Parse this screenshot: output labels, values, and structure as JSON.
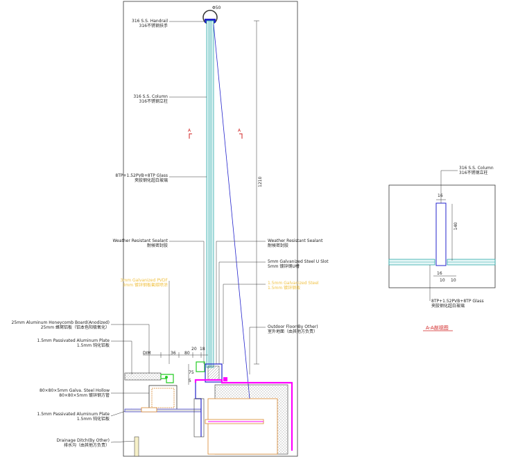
{
  "labels": {
    "handrail_en": "316 S.S. Handrail",
    "handrail_cn": "316不锈钢扶手",
    "column_en": "316 S.S. Column",
    "column_cn": "316不锈钢立柱",
    "glass_en": "8TP+1.52PVB+8TP Glass",
    "glass_cn": "夹胶钢化超白玻璃",
    "sealant_left_en": "Weather Resistant Sealant",
    "sealant_left_cn": "耐候密封胶",
    "sealant_right_en": "Weather Resistant Sealant",
    "sealant_right_cn": "耐候密封胶",
    "uslot_en": "5mm Galvanized Steel U Slot",
    "uslot_cn": "5mm 镀锌钢U槽",
    "pvdf_en": "3mm Galvanized PVDF",
    "pvdf_cn": "3mm 镀锌钢板氟碳喷涂",
    "plate_right_en": "1.5mm Galvanized Steel",
    "plate_right_cn": "1.5mm 镀锌钢板",
    "outdoor_en": "Outdoor Floor(By Other)",
    "outdoor_cn": "室外地面（由其他方负责）",
    "honeycomb_en": "25mm Aluminum Honeycomb Board(Anodized)",
    "honeycomb_cn": "25mm 蜂窝铝板（铝本色阳极氧化）",
    "passivated1_en": "1.5mm Passivated Aluminum Plate",
    "passivated1_cn": "1.5mm 钝化铝板",
    "hollow_en": "80×80×5mm Galva. Steel Hollow",
    "hollow_cn": "80×80×5mm 镀锌钢方管",
    "passivated2_en": "1.5mm Passivated Aluminum Plate",
    "passivated2_cn": "1.5mm 钝化铝板",
    "drainage_en": "Drainage Ditch(By Other)",
    "drainage_cn": "排水沟（由其他方负责）",
    "section_a_left": "A",
    "section_a_right": "A",
    "section_title": "A-A剖视图",
    "aa_column_en": "316 S.S. Column",
    "aa_column_cn": "316不锈钢立柱",
    "aa_glass_en": "8TP+1.52PVB+8TP Glass",
    "aa_glass_cn": "夹胶钢化超白玻璃"
  },
  "dimensions": {
    "d_handrail": "Φ50",
    "d_height": "1210",
    "d_dim": "DIM",
    "d_36": "36",
    "d_80": "80",
    "d_20": "20",
    "d_18": "18",
    "d_75": "75",
    "d_5": "5",
    "aa_16": "16",
    "aa_140": "140",
    "aa_16b": "16",
    "aa_10a": "10",
    "aa_10b": "10"
  },
  "colors": {
    "line": "#333333",
    "glass": "#2aa7a7",
    "blue": "#2222cc",
    "magenta": "#ff00ff",
    "green": "#22cc22",
    "orange": "#d8842a",
    "yellow": "#f0c040",
    "red": "#d02020"
  }
}
